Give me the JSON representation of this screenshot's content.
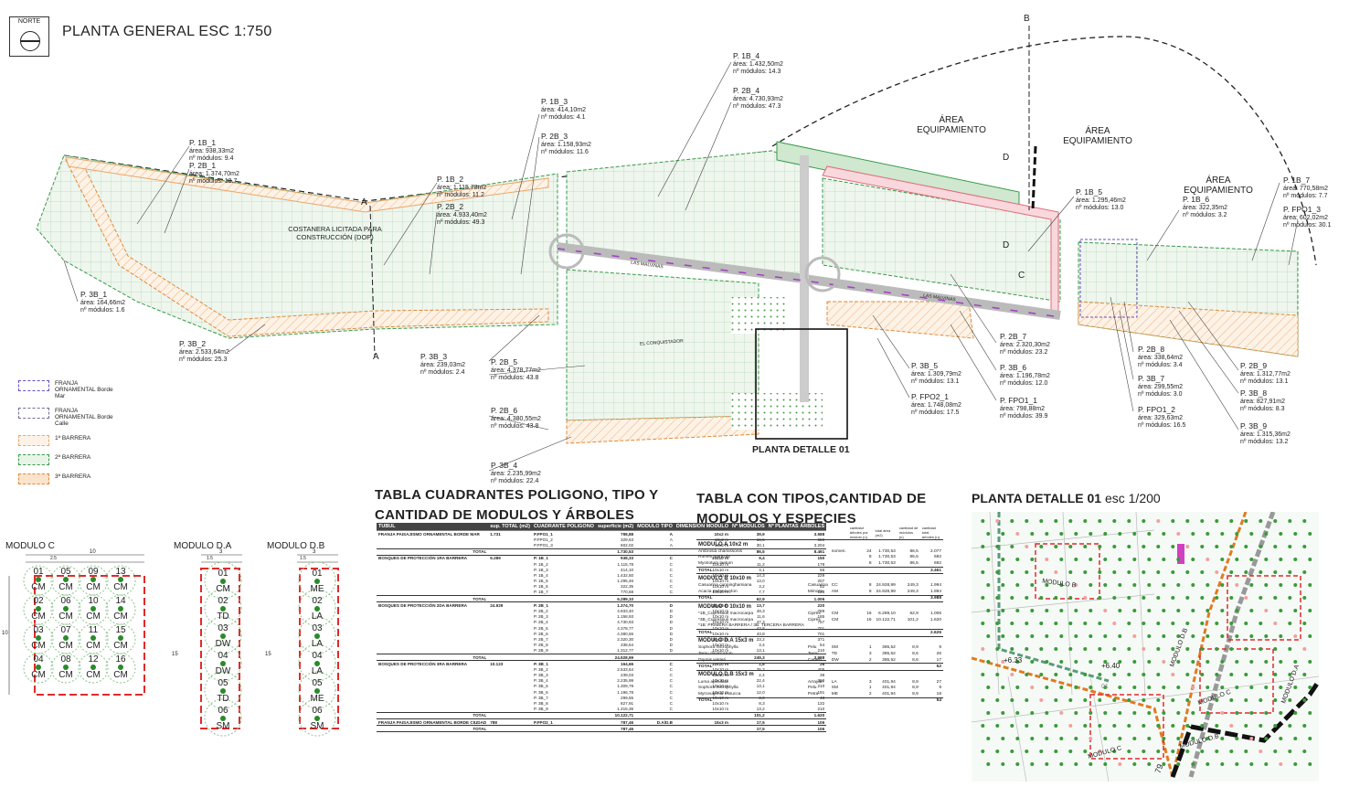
{
  "header": {
    "north": "NORTE",
    "title": "PLANTA GENERAL ESC 1:750"
  },
  "areas": [
    "ÁREA EQUIPAMIENTO",
    "ÁREA EQUIPAMIENTO",
    "ÁREA EQUIPAMIENTO"
  ],
  "sections": {
    "a": "A",
    "b": "B",
    "c": "C",
    "d": "D"
  },
  "streets": {
    "costanera": "COSTANERA LICITADA PARA CONSTRUCCIÓN (DOP)",
    "malvinas": "LAS MALVINAS",
    "conquistador": "EL CONQUISTADOR",
    "detail": "PLANTA DETALLE 01"
  },
  "labels": [
    {
      "name": "P. 1B_1",
      "l1": "área: 938,33m2",
      "l2": "nº módulos: 9.4"
    },
    {
      "name": "P. 2B_1",
      "l1": "área: 1.374,70m2",
      "l2": "nº módulos: 13.7"
    },
    {
      "name": "P. 3B_1",
      "l1": "área: 164,66m2",
      "l2": "nº módulos: 1.6"
    },
    {
      "name": "P. 3B_2",
      "l1": "área: 2.533,64m2",
      "l2": "nº módulos: 25.3"
    },
    {
      "name": "P. 1B_2",
      "l1": "área: 1.115,78m2",
      "l2": "nº módulos: 11.2"
    },
    {
      "name": "P. 2B_2",
      "l1": "área: 4.933,40m2",
      "l2": "nº módulos: 49.3"
    },
    {
      "name": "P. 1B_3",
      "l1": "área: 414,10m2",
      "l2": "nº módulos: 4.1"
    },
    {
      "name": "P. 2B_3",
      "l1": "área: 1.158,93m2",
      "l2": "nº módulos: 11.6"
    },
    {
      "name": "P. 1B_4",
      "l1": "área: 1.432,50m2",
      "l2": "nº módulos: 14.3"
    },
    {
      "name": "P. 2B_4",
      "l1": "área: 4.730,93m2",
      "l2": "nº módulos: 47.3"
    },
    {
      "name": "P. 3B_3",
      "l1": "área: 239,03m2",
      "l2": "nº módulos: 2.4"
    },
    {
      "name": "P. 2B_5",
      "l1": "área: 4.378,77m2",
      "l2": "nº módulos: 43.8"
    },
    {
      "name": "P. 2B_6",
      "l1": "área: 4.380,55m2",
      "l2": "nº módulos: 43.8"
    },
    {
      "name": "P. 3B_4",
      "l1": "área: 2.235,99m2",
      "l2": "nº módulos: 22.4"
    },
    {
      "name": "P. 1B_5",
      "l1": "área: 1.295,46m2",
      "l2": "nº módulos: 13.0"
    },
    {
      "name": "P. 3B_5",
      "l1": "área: 1.309,79m2",
      "l2": "nº módulos: 13.1"
    },
    {
      "name": "P. FPO2_1",
      "l1": "área: 1.748,08m2",
      "l2": "nº módulos: 17.5"
    },
    {
      "name": "P. 2B_7",
      "l1": "área: 2.320,30m2",
      "l2": "nº módulos: 23.2"
    },
    {
      "name": "P. 3B_6",
      "l1": "área: 1.196,78m2",
      "l2": "nº módulos: 12.0"
    },
    {
      "name": "P. FPO1_1",
      "l1": "área: 798,88m2",
      "l2": "nº módulos: 39.9"
    },
    {
      "name": "P. 1B_6",
      "l1": "área: 322,35m2",
      "l2": "nº módulos: 3.2"
    },
    {
      "name": "P. 2B_8",
      "l1": "área: 338,64m2",
      "l2": "nº módulos: 3.4"
    },
    {
      "name": "P. 3B_7",
      "l1": "área: 299,55m2",
      "l2": "nº módulos: 3.0"
    },
    {
      "name": "P. FPO1_2",
      "l1": "área: 329,63m2",
      "l2": "nº módulos: 16.5"
    },
    {
      "name": "P. 1B_7",
      "l1": "área: 770,58m2",
      "l2": "nº módulos: 7.7"
    },
    {
      "name": "P. FPO1_3",
      "l1": "área: 602,02m2",
      "l2": "nº módulos: 30.1"
    },
    {
      "name": "P. 2B_9",
      "l1": "área: 1.312,77m2",
      "l2": "nº módulos: 13.1"
    },
    {
      "name": "P. 3B_8",
      "l1": "área: 827,91m2",
      "l2": "nº módulos: 8.3"
    },
    {
      "name": "P. 3B_9",
      "l1": "área: 1.315,36m2",
      "l2": "nº módulos: 13.2"
    }
  ],
  "legend": [
    {
      "label": "FRANJA ORNAMENTAL Borde Mar",
      "color": "#6a4fc0"
    },
    {
      "label": "FRANJA ORNAMENTAL Borde Calle",
      "color": "#7a6a9a"
    },
    {
      "label": "1ª BARRERA",
      "color": "#e9a76a"
    },
    {
      "label": "2ª BARRERA",
      "color": "#3a9a4a"
    },
    {
      "label": "3ª BARRERA",
      "color": "#e08a3a"
    }
  ],
  "table1": {
    "title1": "TABLA CUADRANTES POLIGONO, TIPO Y",
    "title2": "CANTIDAD DE MODULOS Y ÁRBOLES",
    "head": [
      "TUBUL",
      "sup. TOTAL (m2)",
      "CUADRANTE POLIGONO",
      "superficie (m2)",
      "MODULO TIPO",
      "DIMENSION MODULO",
      "Nº MODULOS",
      "Nº PLANTAS ÁRBOLES"
    ],
    "rows": [
      [
        "FRANJA PAISAJISMO ORNAMENTAL BORDE MAR",
        "1.731",
        "P.FPO1_1",
        "798,88",
        "A",
        "10x2 m",
        "39,9",
        "3.588",
        "grp"
      ],
      [
        "",
        "",
        "P.FPO1_2",
        "329,63",
        "A",
        "10x2 m",
        "16,5",
        "659",
        ""
      ],
      [
        "",
        "",
        "P.FPO1_3",
        "602,02",
        "A",
        "10x2 m",
        "30,1",
        "3.204",
        ""
      ],
      [
        "TOTAL",
        "",
        "",
        "1.730,53",
        "",
        "",
        "86,5",
        "8.461",
        "tot"
      ],
      [
        "BOSQUES DE PROTECCIÓN 1RA BARRERA",
        "6.289",
        "P. 1B_1",
        "938,33",
        "C",
        "10x10 m",
        "9,4",
        "150",
        "grp"
      ],
      [
        "",
        "",
        "P. 1B_2",
        "1.115,78",
        "C",
        "10x10 m",
        "11,2",
        "179",
        ""
      ],
      [
        "",
        "",
        "P. 1B_3",
        "414,10",
        "C",
        "10x10 m",
        "4,1",
        "66",
        ""
      ],
      [
        "",
        "",
        "P. 1B_4",
        "1.432,50",
        "C",
        "10x10 m",
        "14,3",
        "229",
        ""
      ],
      [
        "",
        "",
        "P. 1B_5",
        "1.295,46",
        "C",
        "10x10 m",
        "13,0",
        "207",
        ""
      ],
      [
        "",
        "",
        "P. 1B_6",
        "322,35",
        "C",
        "10x10 m",
        "3,2",
        "52",
        ""
      ],
      [
        "",
        "",
        "P. 1B_7",
        "770,58",
        "C",
        "10x10 m",
        "7,7",
        "123",
        ""
      ],
      [
        "TOTAL",
        "",
        "",
        "6.289,10",
        "",
        "",
        "62,9",
        "1.006",
        "tot"
      ],
      [
        "BOSQUES DE PROTECCIÓN 2DA BARRERA",
        "24.929",
        "P. 2B_1",
        "1.374,70",
        "D",
        "10x10 m",
        "13,7",
        "220",
        "grp"
      ],
      [
        "",
        "",
        "P. 2B_2",
        "4.933,40",
        "D",
        "10x10 m",
        "49,3",
        "789",
        ""
      ],
      [
        "",
        "",
        "P. 2B_3",
        "1.158,93",
        "D",
        "10x10 m",
        "11,6",
        "185",
        ""
      ],
      [
        "",
        "",
        "P. 2B_4",
        "4.730,93",
        "D",
        "10x10 m",
        "47,3",
        "757",
        ""
      ],
      [
        "",
        "",
        "P. 2B_5",
        "4.378,77",
        "D",
        "10x10 m",
        "43,8",
        "701",
        ""
      ],
      [
        "",
        "",
        "P. 2B_6",
        "4.380,55",
        "D",
        "10x10 m",
        "43,8",
        "701",
        ""
      ],
      [
        "",
        "",
        "P. 2B_7",
        "2.320,30",
        "D",
        "10x10 m",
        "23,2",
        "371",
        ""
      ],
      [
        "",
        "",
        "P. 2B_8",
        "338,64",
        "D",
        "10x10 m",
        "3,4",
        "54",
        ""
      ],
      [
        "",
        "",
        "P. 2B_9",
        "1.312,77",
        "D",
        "10x10 m",
        "13,1",
        "210",
        ""
      ],
      [
        "TOTAL",
        "",
        "",
        "24.928,99",
        "",
        "",
        "249,3",
        "3.988",
        "tot"
      ],
      [
        "BOSQUES DE PROTECCIÓN 3RA BARRERA",
        "10.123",
        "P. 3B_1",
        "164,66",
        "C",
        "10x10 m",
        "1,6",
        "26",
        "grp"
      ],
      [
        "",
        "",
        "P. 3B_2",
        "2.533,64",
        "C",
        "10x10 m",
        "25,3",
        "405",
        ""
      ],
      [
        "",
        "",
        "P. 3B_3",
        "239,03",
        "C",
        "10x10 m",
        "2,4",
        "38",
        ""
      ],
      [
        "",
        "",
        "P. 3B_4",
        "2.235,99",
        "C",
        "10x10 m",
        "22,4",
        "358",
        ""
      ],
      [
        "",
        "",
        "P. 3B_5",
        "1.309,79",
        "C",
        "10x10 m",
        "13,1",
        "210",
        ""
      ],
      [
        "",
        "",
        "P. 3B_6",
        "1.196,78",
        "C",
        "10x10 m",
        "12,0",
        "191",
        ""
      ],
      [
        "",
        "",
        "P. 3B_7",
        "299,55",
        "C",
        "10x10 m",
        "3,0",
        "48",
        ""
      ],
      [
        "",
        "",
        "P. 3B_8",
        "827,91",
        "C",
        "10x10 m",
        "8,3",
        "132",
        ""
      ],
      [
        "",
        "",
        "P. 3B_9",
        "1.315,36",
        "C",
        "10x10 m",
        "13,2",
        "210",
        ""
      ],
      [
        "TOTAL",
        "",
        "",
        "10.122,71",
        "",
        "",
        "101,2",
        "1.620",
        "tot"
      ],
      [
        "FRANJA PAISAJISMO ORNAMENTAL BORDE CIUDAD",
        "788",
        "P.FPO2_1",
        "787,46",
        "D.A/D.B",
        "15x3 m",
        "17,5",
        "106",
        "grp"
      ],
      [
        "TOTAL",
        "",
        "",
        "787,46",
        "",
        "",
        "17,5",
        "106",
        "tot"
      ]
    ]
  },
  "table2": {
    "title1": "TABLA CON TIPOS,CANTIDAD DE",
    "title2": "MODULOS Y ESPECIES",
    "head": [
      "",
      "",
      "",
      "cantidad árboles por módulo (u)",
      "total área (m2)",
      "cantidad de módulos (u)",
      "cantidad total árboles (u)"
    ],
    "modules": [
      {
        "h": "MODULO A 10x2 m",
        "rows": [
          [
            "Ambrosia chamissonis",
            "",
            "nomen.",
            "24",
            "1.730,53",
            "86,5",
            "2.077"
          ],
          [
            "Rumex maricola",
            "",
            "",
            "8",
            "1.730,53",
            "86,5",
            "692"
          ],
          [
            "Myosotum laetum",
            "",
            "",
            "8",
            "1.730,53",
            "86,5",
            "692"
          ]
        ],
        "tot": [
          "TOTAL",
          "",
          "",
          "",
          "",
          "",
          "3.461"
        ]
      },
      {
        "h": "MODULO B 10x10 m",
        "rows": [
          [
            "Casuarina cunninghamiana",
            "Casuarina",
            "CC",
            "8",
            "24.928,99",
            "249,3",
            "1.994"
          ],
          [
            "Acacia melanoxylon",
            "Mimosa",
            "AM",
            "8",
            "24.928,99",
            "249,3",
            "1.994"
          ]
        ],
        "tot": [
          "TOTAL",
          "",
          "",
          "",
          "",
          "",
          "3.988"
        ]
      },
      {
        "h": "MODULO C 10x10 m",
        "rows": [
          [
            "*1B_Cupressus macrocarpa",
            "Ciprés",
            "CM",
            "16",
            "6.289,10",
            "62,9",
            "1.006"
          ],
          [
            "*3B_Cupressus macrocarpa",
            "Ciprés",
            "CM",
            "16",
            "10.122,71",
            "101,2",
            "1.620"
          ],
          [
            "*1B: PRIMERA BARRERA / 3B: TERCERA BARRERA",
            "",
            "",
            "",
            "",
            "",
            "",
            ""
          ]
        ],
        "tot": [
          "TOTAL",
          "",
          "",
          "",
          "",
          "",
          "2.626"
        ]
      },
      {
        "h": "MODULO D.A 15x3 m",
        "rows": [
          [
            "Sophora microphylla",
            "Pelu",
            "SM",
            "1",
            "385,52",
            "8,9",
            "9"
          ],
          [
            "Temu divaricatum",
            "Temu",
            "TD",
            "3",
            "385,52",
            "8,6",
            "26"
          ],
          [
            "Drymis winteri",
            "Canelo",
            "DW",
            "2",
            "385,52",
            "8,6",
            "17"
          ]
        ],
        "tot": [
          "TOTAL",
          "",
          "",
          "",
          "",
          "",
          "52"
        ]
      },
      {
        "h": "MODULO D.B 15x3 m",
        "rows": [
          [
            "Luma apiculata",
            "Arrayan",
            "LA",
            "3",
            "401,94",
            "8,9",
            "27"
          ],
          [
            "Sophora microphylla",
            "Pelu",
            "SM",
            "1",
            "401,94",
            "8,9",
            "9"
          ],
          [
            "Myrceugenia exsucca",
            "Petra",
            "ME",
            "2",
            "401,94",
            "8,9",
            "18"
          ]
        ],
        "tot": [
          "TOTAL",
          "",
          "",
          "",
          "",
          "",
          "54"
        ]
      }
    ]
  },
  "modulo_c": {
    "title": "MODULO C",
    "dim": "10",
    "dim_side": "10",
    "sub": "2.5",
    "cells": [
      "01",
      "05",
      "09",
      "13",
      "02",
      "06",
      "10",
      "14",
      "03",
      "07",
      "11",
      "15",
      "04",
      "08",
      "12",
      "16"
    ],
    "species": "CM"
  },
  "modulo_da": {
    "title": "MODULO D.A",
    "dim": "3",
    "dim_side": "15",
    "sub": "1.5",
    "cells": [
      "01",
      "02",
      "03",
      "04",
      "05",
      "06"
    ],
    "species": [
      "CM",
      "TD",
      "DW",
      "DW",
      "TD",
      "SM"
    ]
  },
  "modulo_db": {
    "title": "MODULO D.B",
    "dim": "3",
    "dim_side": "15",
    "sub": "1.5",
    "cells": [
      "01",
      "02",
      "03",
      "04",
      "05",
      "06"
    ],
    "species": [
      "ME",
      "LA",
      "LA",
      "LA",
      "ME",
      "SM"
    ]
  },
  "detail": {
    "title": "PLANTA DETALLE 01",
    "scale": "esc 1/200",
    "labels": [
      "MODULO B",
      "MODULO C",
      "MODULO C",
      "MODULO D.B",
      "MODULO D.A",
      "MODULO D.B",
      "+6.33",
      "+6.40",
      "01",
      "79"
    ]
  }
}
